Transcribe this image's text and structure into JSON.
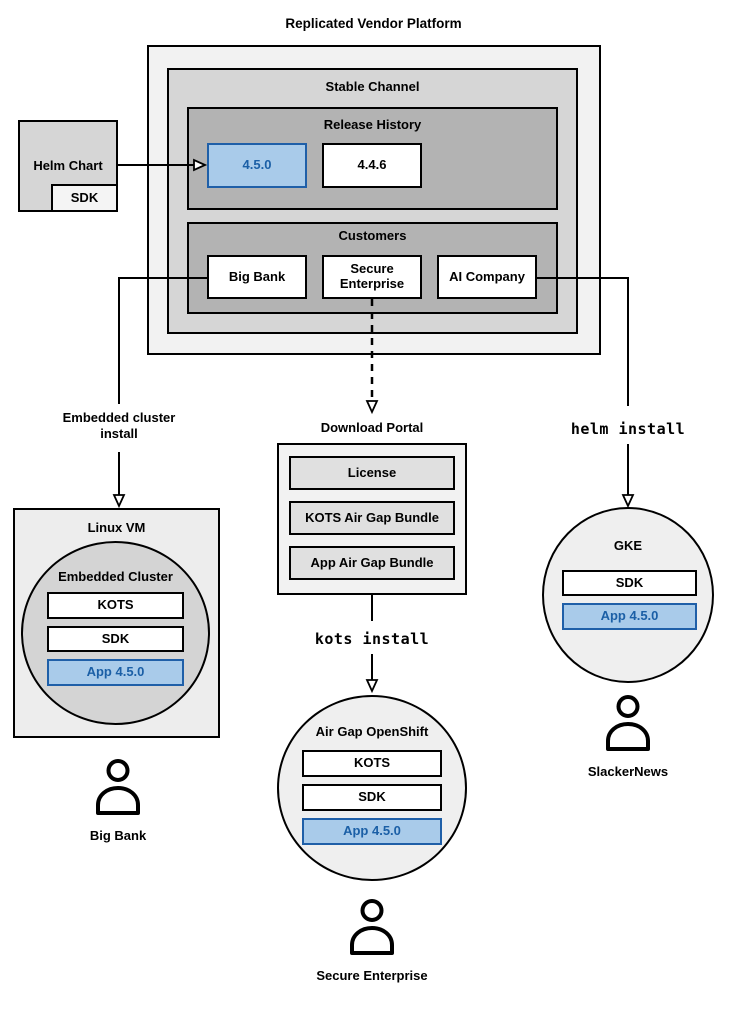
{
  "title": "Replicated Vendor Platform",
  "platform": {
    "stable_channel": {
      "title": "Stable Channel",
      "release_history": {
        "title": "Release History",
        "releases": [
          {
            "version": "4.5.0",
            "highlighted": true
          },
          {
            "version": "4.4.6",
            "highlighted": false
          }
        ]
      },
      "customers": {
        "title": "Customers",
        "items": [
          "Big Bank",
          "Secure Enterprise",
          "AI Company"
        ]
      }
    }
  },
  "helm_chart": {
    "label": "Helm Chart",
    "sdk": "SDK"
  },
  "left_flow": {
    "edge_label": "Embedded cluster install",
    "vm": {
      "title": "Linux VM",
      "cluster": {
        "title": "Embedded Cluster",
        "components": [
          "KOTS",
          "SDK",
          "App 4.5.0"
        ]
      }
    },
    "persona": "Big Bank"
  },
  "middle_flow": {
    "portal": {
      "title": "Download Portal",
      "items": [
        "License",
        "KOTS Air Gap Bundle",
        "App Air Gap Bundle"
      ]
    },
    "command": "kots install",
    "cluster": {
      "title": "Air Gap OpenShift",
      "components": [
        "KOTS",
        "SDK",
        "App 4.5.0"
      ]
    },
    "persona": "Secure Enterprise"
  },
  "right_flow": {
    "command": "helm install",
    "cluster": {
      "title": "GKE",
      "components": [
        "SDK",
        "App 4.5.0"
      ]
    },
    "persona": "SlackerNews"
  },
  "colors": {
    "highlight_fill": "#a9cbea",
    "highlight_border": "#1f5fa8",
    "highlight_text": "#1b5fa6",
    "outer_gray": "#f2f2f2",
    "mid_gray": "#d6d6d6",
    "dark_gray": "#b3b3b3",
    "line": "#000000"
  }
}
